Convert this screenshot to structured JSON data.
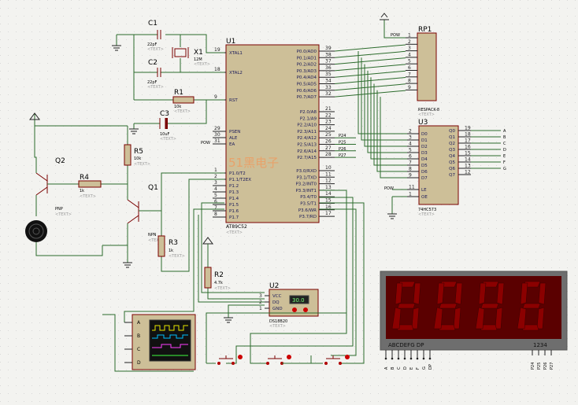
{
  "mcu": {
    "ref": "U1",
    "part": "AT89C52",
    "left_pins": [
      {
        "num": "19",
        "name": "XTAL1"
      },
      {
        "num": "18",
        "name": "XTAL2"
      },
      {
        "num": "9",
        "name": "RST"
      },
      {
        "num": "29",
        "name": "PSEN"
      },
      {
        "num": "30",
        "name": "ALE"
      },
      {
        "num": "31",
        "name": "EA"
      },
      {
        "num": "1",
        "name": "P1.0/T2"
      },
      {
        "num": "2",
        "name": "P1.1/T2EX"
      },
      {
        "num": "3",
        "name": "P1.2"
      },
      {
        "num": "4",
        "name": "P1.3"
      },
      {
        "num": "5",
        "name": "P1.4"
      },
      {
        "num": "6",
        "name": "P1.5"
      },
      {
        "num": "7",
        "name": "P1.6"
      },
      {
        "num": "8",
        "name": "P1.7"
      }
    ],
    "right_pins": [
      {
        "num": "39",
        "name": "P0.0/AD0"
      },
      {
        "num": "38",
        "name": "P0.1/AD1"
      },
      {
        "num": "37",
        "name": "P0.2/AD2"
      },
      {
        "num": "36",
        "name": "P0.3/AD3"
      },
      {
        "num": "35",
        "name": "P0.4/AD4"
      },
      {
        "num": "34",
        "name": "P0.5/AD5"
      },
      {
        "num": "33",
        "name": "P0.6/AD6"
      },
      {
        "num": "32",
        "name": "P0.7/AD7"
      },
      {
        "num": "21",
        "name": "P2.0/A8"
      },
      {
        "num": "22",
        "name": "P2.1/A9"
      },
      {
        "num": "23",
        "name": "P2.2/A10"
      },
      {
        "num": "24",
        "name": "P2.3/A11"
      },
      {
        "num": "25",
        "name": "P2.4/A12"
      },
      {
        "num": "26",
        "name": "P2.5/A13"
      },
      {
        "num": "27",
        "name": "P2.6/A14"
      },
      {
        "num": "28",
        "name": "P2.7/A15"
      },
      {
        "num": "10",
        "name": "P3.0/RXD"
      },
      {
        "num": "11",
        "name": "P3.1/TXD"
      },
      {
        "num": "12",
        "name": "P3.2/INT0"
      },
      {
        "num": "13",
        "name": "P3.3/INT1"
      },
      {
        "num": "14",
        "name": "P3.4/T0"
      },
      {
        "num": "15",
        "name": "P3.5/T1"
      },
      {
        "num": "16",
        "name": "P3.6/WR"
      },
      {
        "num": "17",
        "name": "P3.7/RD"
      }
    ],
    "p2_net_labels": [
      "P24",
      "P25",
      "P26",
      "P27"
    ]
  },
  "watermark": "51黑电子",
  "text_placeholder": "<TEXT>",
  "c1": {
    "ref": "C1",
    "value": "22pF"
  },
  "c2": {
    "ref": "C2",
    "value": "22pF"
  },
  "c3": {
    "ref": "C3",
    "value": "10uF"
  },
  "x1": {
    "ref": "X1",
    "value": "12M"
  },
  "r1": {
    "ref": "R1",
    "value": "10k"
  },
  "r2": {
    "ref": "R2",
    "value": "4.7k"
  },
  "r3": {
    "ref": "R3",
    "value": "1k"
  },
  "r4": {
    "ref": "R4",
    "value": "1k"
  },
  "r5": {
    "ref": "R5",
    "value": "10k"
  },
  "q1": {
    "ref": "Q1",
    "value": "NPN"
  },
  "q2": {
    "ref": "Q2",
    "value": "PNP"
  },
  "pow_labels": {
    "rp1": "POW",
    "u3": "POW",
    "mcu": "POW"
  },
  "rp1": {
    "ref": "RP1",
    "part": "RESPACK-8",
    "pins": [
      "1",
      "2",
      "3",
      "4",
      "5",
      "6",
      "7",
      "8",
      "9"
    ]
  },
  "u3": {
    "ref": "U3",
    "part": "74HC573",
    "in_pins": [
      {
        "num": "2",
        "name": "D0"
      },
      {
        "num": "3",
        "name": "D1"
      },
      {
        "num": "4",
        "name": "D2"
      },
      {
        "num": "5",
        "name": "D3"
      },
      {
        "num": "6",
        "name": "D4"
      },
      {
        "num": "7",
        "name": "D5"
      },
      {
        "num": "8",
        "name": "D6"
      },
      {
        "num": "9",
        "name": "D7"
      }
    ],
    "out_pins": [
      {
        "num": "19",
        "name": "Q0"
      },
      {
        "num": "18",
        "name": "Q1"
      },
      {
        "num": "17",
        "name": "Q2"
      },
      {
        "num": "16",
        "name": "Q3"
      },
      {
        "num": "15",
        "name": "Q4"
      },
      {
        "num": "14",
        "name": "Q5"
      },
      {
        "num": "13",
        "name": "Q6"
      },
      {
        "num": "12",
        "name": "Q7"
      }
    ],
    "le": {
      "num": "11",
      "name": "LE"
    },
    "oe": {
      "num": "1",
      "name": "OE"
    },
    "out_labels": [
      "A",
      "B",
      "C",
      "D",
      "E",
      "F",
      "G"
    ]
  },
  "ds18b20": {
    "ref": "U2",
    "part": "DS18B20",
    "reading": "30.0",
    "pins": [
      {
        "num": "3",
        "name": "VCC"
      },
      {
        "num": "2",
        "name": "DQ"
      },
      {
        "num": "1",
        "name": "GND"
      }
    ]
  },
  "scope": {
    "channels": [
      "A",
      "B",
      "C",
      "D"
    ]
  },
  "display": {
    "digits": [
      "8",
      "8",
      "8",
      "8"
    ],
    "seg_label": "ABCDEFG  DP",
    "digit_label": "1234",
    "seg_pins": [
      "A",
      "B",
      "C",
      "D",
      "E",
      "F",
      "G",
      "DP"
    ],
    "digit_pins": [
      "P24",
      "P25",
      "P26",
      "P27"
    ]
  },
  "colors": {
    "wire": "#2b6b2b",
    "component": "#7a0000",
    "body_fill": "#cdbf98",
    "display_case": "#6e6e6e",
    "segment_dim": "#8b0000",
    "background": "#f3f3f0",
    "watermark": "#e8a26a"
  }
}
